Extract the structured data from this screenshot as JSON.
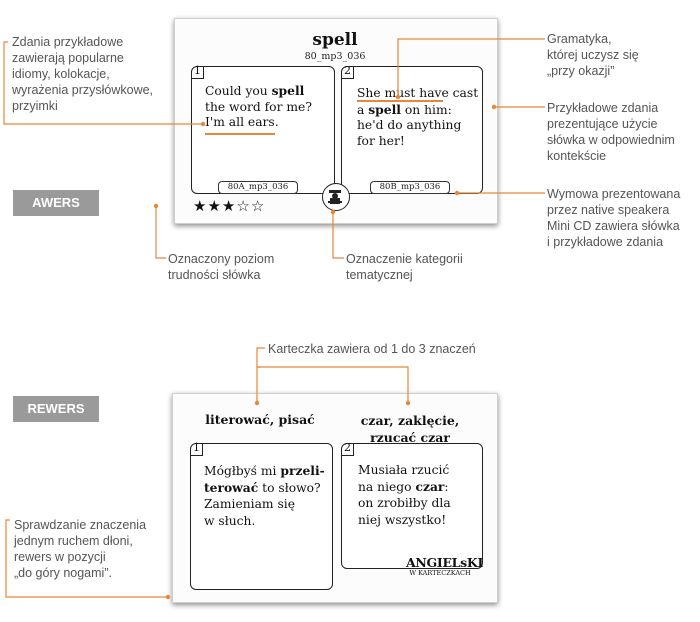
{
  "awers": {
    "badge": "AWERS",
    "word": "spell",
    "word_code": "80_mp3_036",
    "box1": {
      "number": "1",
      "line1_a": "Could you ",
      "line1_b": "spell",
      "line2": "the word for me?",
      "line3": "I'm all ears.",
      "audio": "80A_mp3_036"
    },
    "box2": {
      "number": "2",
      "line1_a": "She must have",
      "line1_b": " cast",
      "line2_a": "a ",
      "line2_b": "spell",
      "line2_c": " on him:",
      "line3": "he'd do anything",
      "line4": "for her!",
      "audio": "80B_mp3_036"
    },
    "stars": [
      "★",
      "★",
      "★",
      "☆",
      "☆"
    ],
    "difficulty": 3
  },
  "rewers": {
    "badge": "REWERS",
    "meaning1": "literować, pisać",
    "meaning2_line1": "czar, zaklęcie,",
    "meaning2_line2": "rzucać czar",
    "box1": {
      "number": "1",
      "line1_a": "Mógłbyś mi ",
      "line1_b": "przeli-",
      "line2_a": "terować",
      "line2_b": " to słowo?",
      "line3": "Zamieniam się",
      "line4": "w słuch."
    },
    "box2": {
      "number": "2",
      "line1": "Musiała rzucić",
      "line2_a": "na niego ",
      "line2_b": "czar",
      "line2_c": ":",
      "line3": "on zrobiłby dla",
      "line4": "niej wszystko!"
    },
    "logo_line1": "ANGIELsKI",
    "logo_line2": "W KARTECZKACH"
  },
  "annotations": {
    "left_top": [
      "Zdania przykładowe",
      "zawierają popularne",
      "idiomy, kolokacje,",
      "wyrażenia przysłówkowe,",
      "przyimki"
    ],
    "right_1": [
      "Gramatyka,",
      "której uczysz się",
      "„przy okazji”"
    ],
    "right_2": [
      "Przykładowe zdania",
      "prezentujące użycie",
      "słówka w odpowiednim",
      "kontekście"
    ],
    "right_3": [
      "Wymowa prezentowana",
      "przez native speakera",
      "Mini CD zawiera słówka",
      "i przykładowe zdania"
    ],
    "bottom_left": [
      "Oznaczony poziom",
      "trudności słówka"
    ],
    "bottom_mid": [
      "Oznaczenie kategorii",
      "tematycznej"
    ],
    "meanings": "Karteczka zawiera od 1 do 3 znaczeń",
    "rewers_left": [
      "Sprawdzanie znaczenia",
      "jednym ruchem dłoni,",
      "rewers w pozycji",
      "„do góry nogami”."
    ]
  },
  "colors": {
    "accent": "#e8873a",
    "badge": "#9a9a9a",
    "text": "#555555"
  }
}
